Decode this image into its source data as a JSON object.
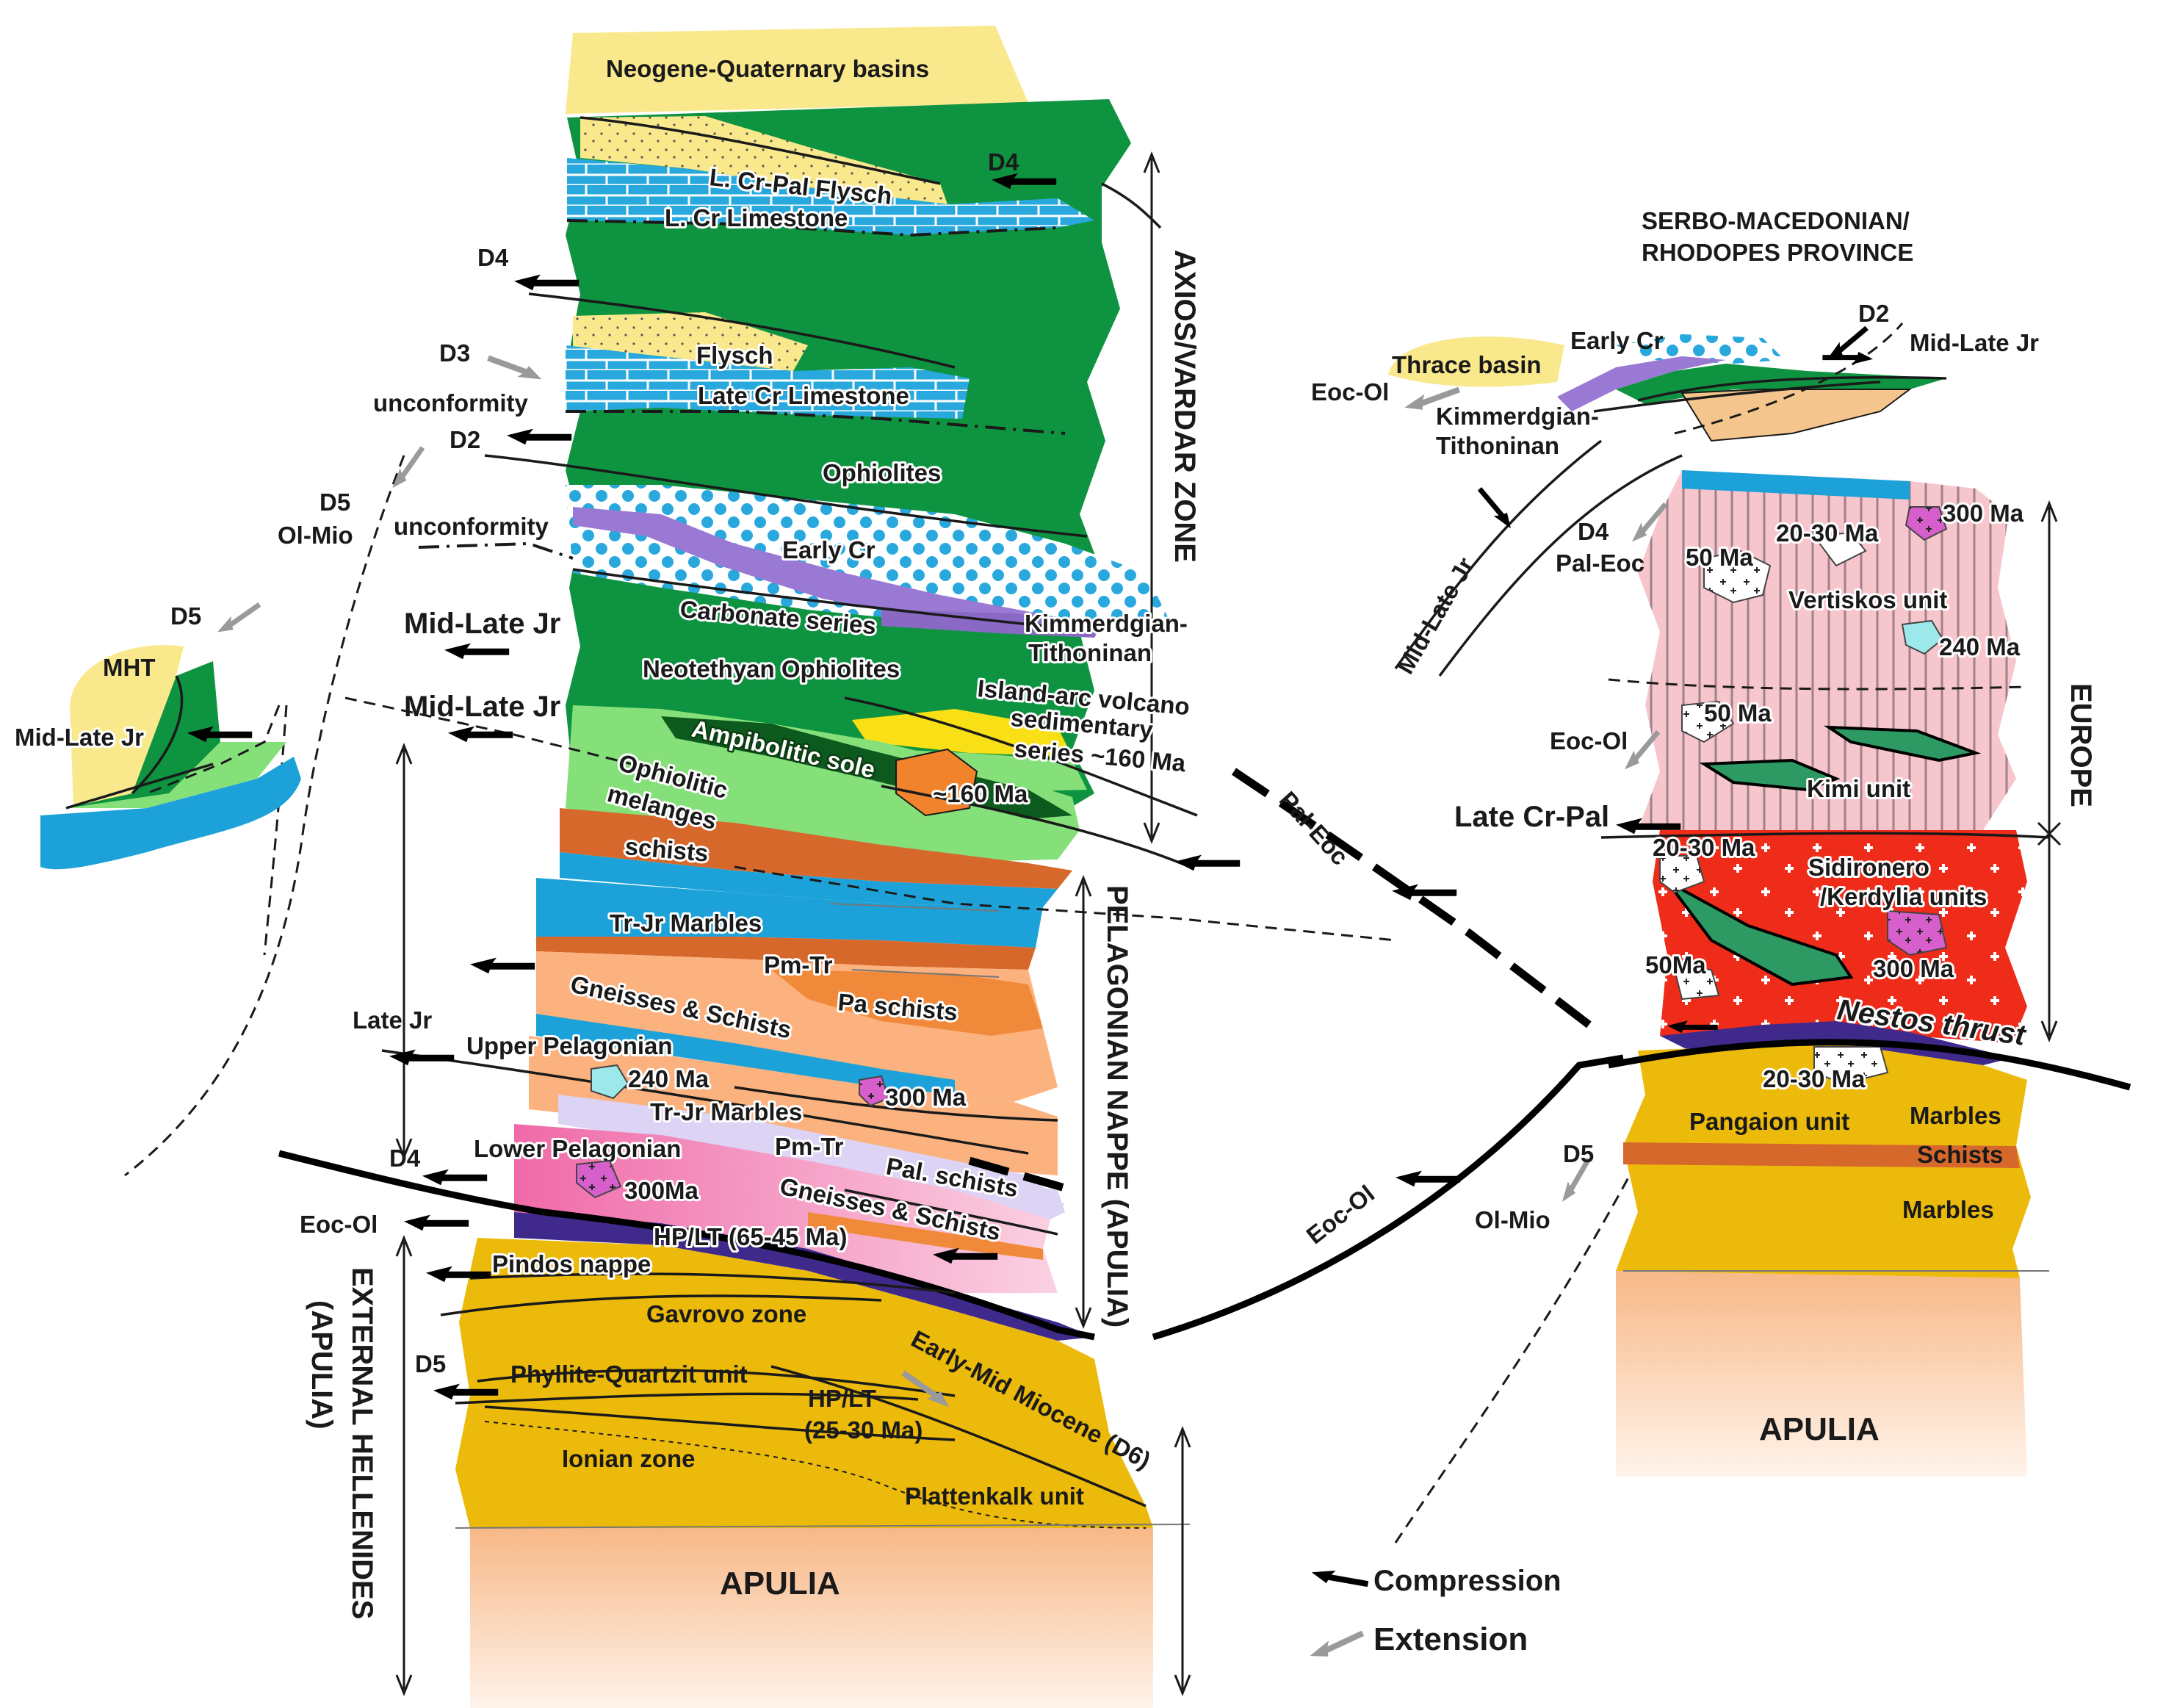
{
  "colors": {
    "neogene_yellow": "#f9e98c",
    "ophiolite_green": "#0e9440",
    "limestone_blue": "#29a8dd",
    "light_green": "#86e07a",
    "dark_green": "#0c5a1e",
    "marble_blue": "#1ca2d9",
    "schist_orange": "#d7682c",
    "gneiss_peach": "#fcb27f",
    "pink": "#f49ac2",
    "lavender": "#dcd3f5",
    "hp_purple": "#3f2a8c",
    "external_gold": "#ecba0b",
    "apulia_peach": "#fad2b4",
    "vertiskos_pink": "#f7c6cc",
    "sidironero_red": "#ef2b1a",
    "kimi_green": "#2d9a63",
    "granite_magenta": "#d65fcc",
    "granite_cyan": "#9de8ea",
    "carbonate_purple": "#9a79d4"
  },
  "icons": {
    "compression": "black-half-arrow-icon",
    "extension": "grey-half-arrow-icon"
  },
  "left_column": {
    "neogene": "Neogene-Quaternary basins",
    "lcr_flysch": "L. Cr-Pal Flysch",
    "lcr_limestone": "L. Cr  Limestone",
    "flysch": "Flysch",
    "late_cr_limestone": "Late Cr  Limestone",
    "ophiolites": "Ophiolites",
    "early_cr": "Early Cr",
    "carbonate_series": "Carbonate series",
    "neotethyan_ophiolites": "Neotethyan  Ophiolites",
    "kimmerdgian_1": "Kimmerdgian-",
    "kimmerdgian_2": "Tithoninan",
    "island_arc_1": "Island-arc volcano",
    "island_arc_2": "sedimentary",
    "island_arc_3": "series ~160 Ma",
    "amphibolitic_sole": "Ampibolitic sole",
    "age_160": "~160 Ma",
    "ophiolitic_1": "Ophiolitic",
    "ophiolitic_2": "melanges",
    "schists": "schists",
    "tr_jr_marbles": "Tr-Jr  Marbles",
    "pm_tr": "Pm-Tr",
    "pa_schists": "Pa schists",
    "gneisses_schists": "Gneisses  & Schists",
    "upper_pelagonian": "Upper Pelagonian",
    "age_240": "240 Ma",
    "age_300": "300 Ma",
    "tr_jr_marbles_2": "Tr-Jr    Marbles",
    "lower_pelagonian": "Lower Pelagonian",
    "pm_tr_2": "Pm-Tr",
    "pal_schists": "Pal. schists",
    "age_300b": "300Ma",
    "gneisses_schists_2": "Gneisses  & Schists",
    "hp_lt_1": "HP/LT (65-45 Ma)",
    "pindos": "Pindos nappe",
    "gavrovo": "Gavrovo  zone",
    "phyllite": "Phyllite-Quartzit unit",
    "hp_lt_2a": "HP/LT",
    "hp_lt_2b": "(25-30 Ma)",
    "ionian": "Ionian zone",
    "plattenkalk": "Plattenkalk unit",
    "early_mid_miocene": "Early-Mid Miocene (D6)",
    "apulia": "APULIA"
  },
  "left_annotations": {
    "d4_top": "D4",
    "d4_mid": "D4",
    "d3": "D3",
    "unconformity_1": "unconformity",
    "d2": "D2",
    "d5": "D5",
    "ol_mio": "Ol-Mio",
    "unconformity_2": "unconformity",
    "mid_late_jr_1": "Mid-Late Jr",
    "mid_late_jr_2": "Mid-Late Jr",
    "late_jr": "Late Jr",
    "d4_low": "D4",
    "eoc_ol": "Eoc-Ol",
    "d5_low": "D5"
  },
  "zones": {
    "axios": "AXIOS/VARDAR ZONE",
    "pelagonian": "PELAGONIAN NAPPE (APULIA)",
    "external_1": "EXTERNAL HELLENIDES",
    "external_2": "(APULIA)",
    "europe": "EUROPE"
  },
  "inset": {
    "d5": "D5",
    "mht": "MHT",
    "mid_late_jr": "Mid-Late Jr"
  },
  "middle": {
    "pal_eoc": "Pal-Eoc",
    "eoc_ol": "Eoc-Ol"
  },
  "right_column": {
    "title_1": "SERBO-MACEDONIAN/",
    "title_2": "RHODOPES PROVINCE",
    "thrace": "Thrace basin",
    "early_cr": "Early Cr",
    "d2": "D2",
    "mid_late_jr_top": "Mid-Late Jr",
    "eoc_ol_top": "Eoc-Ol",
    "kimmerdgian_1": "Kimmerdgian-",
    "kimmerdgian_2": "Tithoninan",
    "mid_late_jr_side": "Mid-Late Jr",
    "d4": "D4",
    "pal_eoc": "Pal-Eoc",
    "age_20_30a": "20-30 Ma",
    "age_300a": "300 Ma",
    "age_50a": "50 Ma",
    "vertiskos": "Vertiskos unit",
    "age_240": "240 Ma",
    "age_50b": "50 Ma",
    "eoc_ol_mid": "Eoc-Ol",
    "kimi": "Kimi unit",
    "late_cr_pal": "Late Cr-Pal",
    "age_20_30b": "20-30 Ma",
    "sidironero_1": "Sidironero",
    "sidironero_2": "/Kerdylia units",
    "age_300b": "300 Ma",
    "age_50c": "50Ma",
    "nestos": "Nestos thrust",
    "age_20_30c": "20-30 Ma",
    "pangaion": "Pangaion unit",
    "marbles_1": "Marbles",
    "schists": "Schists",
    "marbles_2": "Marbles",
    "d5": "D5",
    "ol_mio": "Ol-Mio",
    "apulia": "APULIA"
  },
  "legend": {
    "compression": "Compression",
    "extension": "Extension"
  }
}
